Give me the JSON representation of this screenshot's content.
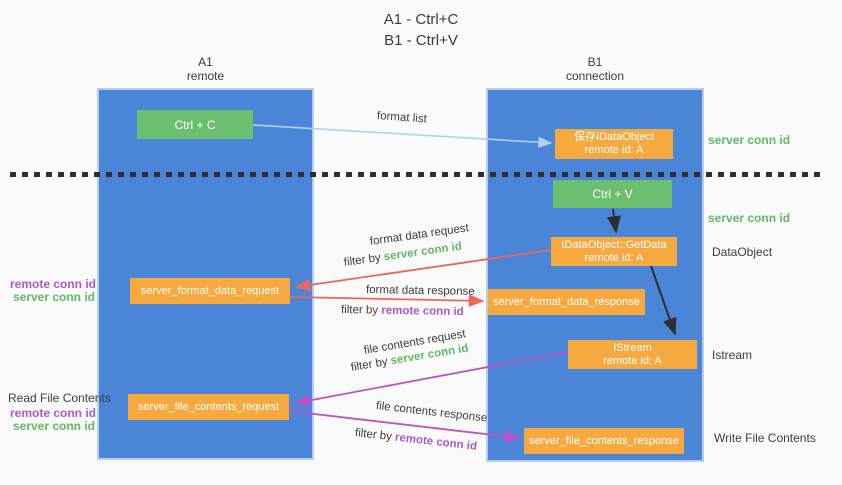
{
  "title": {
    "line1": "A1 - Ctrl+C",
    "line2": "B1 - Ctrl+V"
  },
  "lanes": {
    "a1": {
      "name": "A1",
      "role": "remote"
    },
    "b1": {
      "name": "B1",
      "role": "connection"
    }
  },
  "nodes": {
    "ctrl_c": {
      "label": "Ctrl + C"
    },
    "ctrl_v": {
      "label": "Ctrl + V"
    },
    "save_idataobject": {
      "line1": "保存IDataObject",
      "line2": "remote id: A"
    },
    "idataobject_getdata": {
      "line1": "IDataObject::GetData",
      "line2": "remote id: A"
    },
    "istream": {
      "line1": "IStream",
      "line2": "remote id: A"
    },
    "server_format_data_request": {
      "label": "server_format_data_request"
    },
    "server_format_data_response": {
      "label": "server_format_data_response"
    },
    "server_file_contents_request": {
      "label": "server_file_contents_request"
    },
    "server_file_contents_response": {
      "label": "server_file_contents_response"
    }
  },
  "flows": {
    "format_list": {
      "label": "format list"
    },
    "format_data_request": {
      "label": "format data request",
      "filter_prefix": "filter by",
      "filter_key": "server conn id"
    },
    "format_data_response": {
      "label": "format data response",
      "filter_prefix": "filter by",
      "filter_key": "remote conn id"
    },
    "file_contents_request": {
      "label": "file contents request",
      "filter_prefix": "filter by",
      "filter_key": "server conn id"
    },
    "file_contents_response": {
      "label": "file contents response",
      "filter_prefix": "filter by",
      "filter_key": "remote conn id"
    }
  },
  "annotations": {
    "server_conn_id_top": "server conn id",
    "server_conn_id_mid": "server conn id",
    "dataobject": "DataObject",
    "istream": "Istream",
    "read_file_contents": "Read File Contents",
    "write_file_contents": "Write File Contents",
    "mid_left": {
      "remote_conn_id": "remote conn id",
      "server_conn_id": "server conn id"
    },
    "bottom_left": {
      "remote_conn_id": "remote conn id",
      "server_conn_id": "server conn id"
    }
  },
  "colors": {
    "lane_blue": "#4a85d8",
    "box_green": "#6cbe70",
    "box_orange": "#f6a93e",
    "arrow_light_blue": "#aad3f2",
    "arrow_red": "#e8685e",
    "arrow_purple": "#bc53c6",
    "arrow_black": "#2e2e2e",
    "text_green": "#5fba66",
    "text_purple": "#a95bcb",
    "text_gray": "#3d3d3d"
  }
}
